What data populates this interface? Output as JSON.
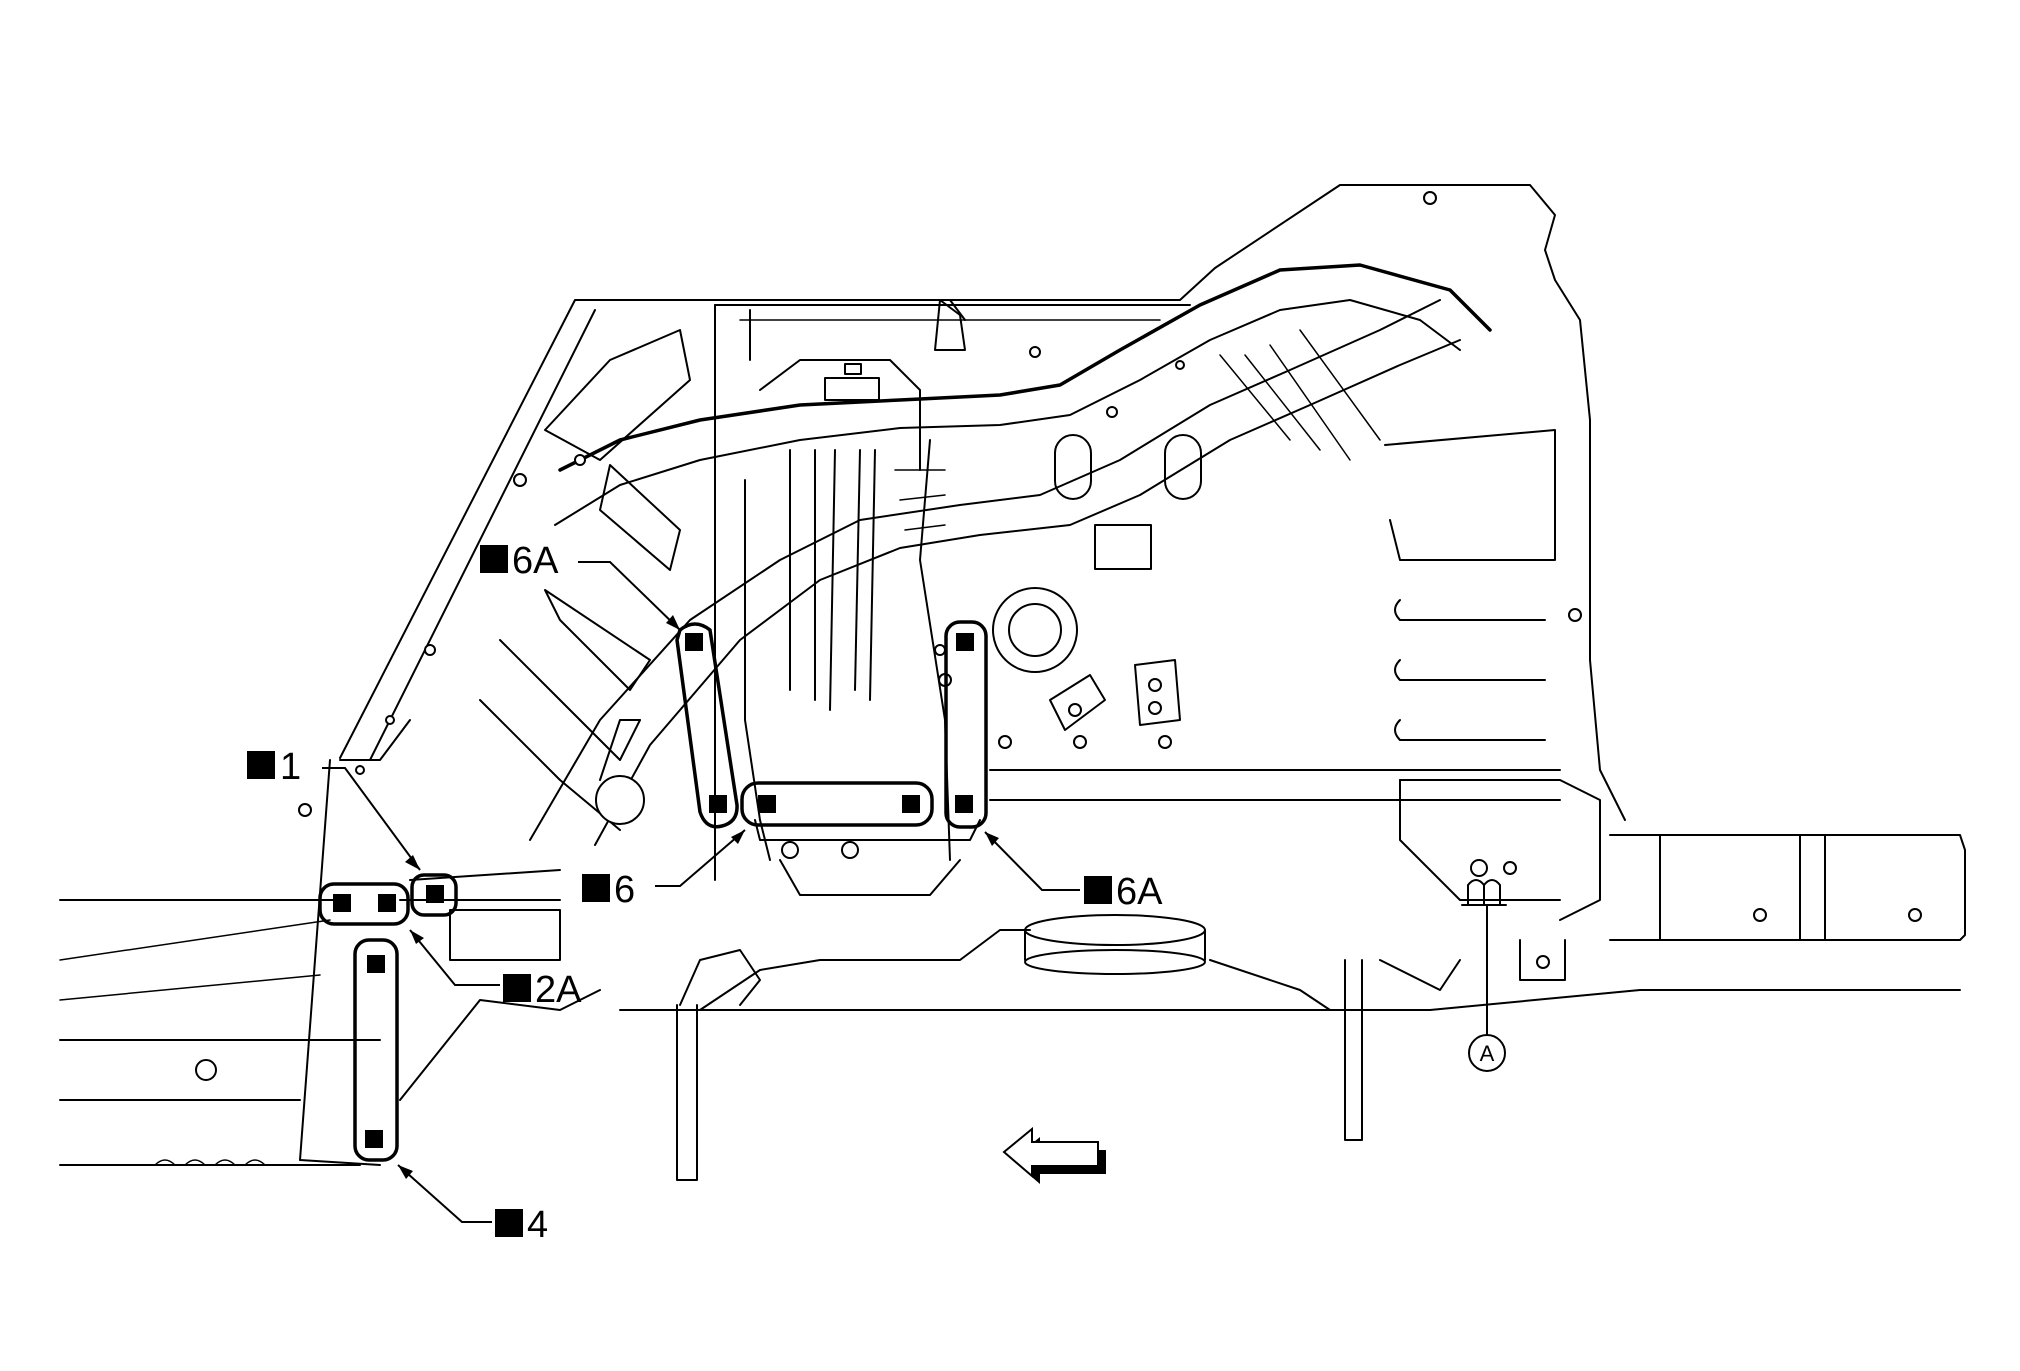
{
  "callouts": {
    "weld_1": "1",
    "weld_2a": "2A",
    "weld_4": "4",
    "weld_6": "6",
    "weld_6a_upper": "6A",
    "weld_6a_lower": "6A"
  },
  "reference_marker": "A",
  "icons": {
    "weld_spot_symbol": "filled-square",
    "front_direction": "arrow-left-icon"
  },
  "colors": {
    "ink": "#000000",
    "paper": "#ffffff"
  }
}
